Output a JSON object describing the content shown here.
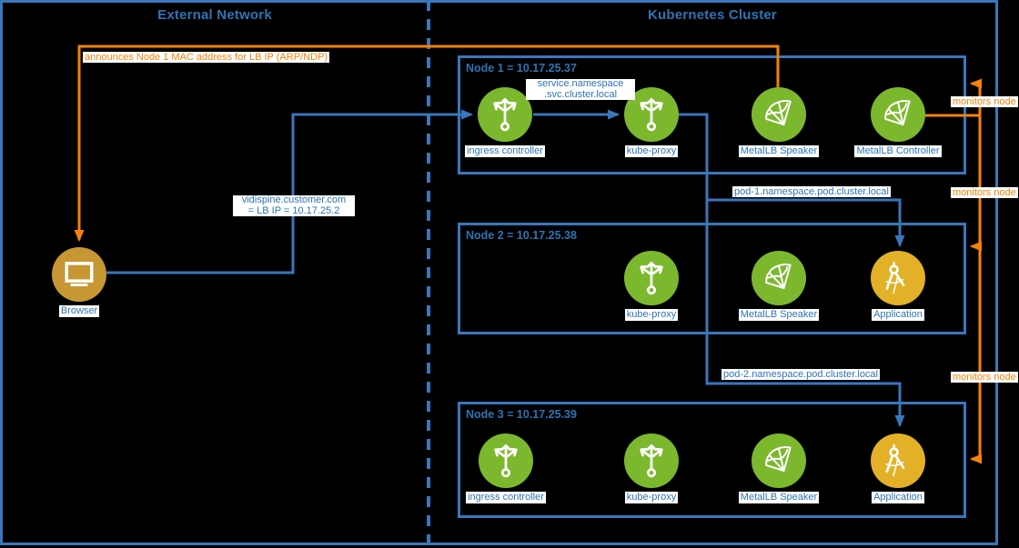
{
  "regions": {
    "external_title": "External Network",
    "cluster_title": "Kubernetes Cluster"
  },
  "external": {
    "browser_label": "Browser"
  },
  "nodes": [
    {
      "title": "Node 1 = 10.17.25.37",
      "components": [
        {
          "label": "ingress controller"
        },
        {
          "label": "kube-proxy"
        },
        {
          "label": "MetalLB Speaker"
        },
        {
          "label": "MetalLB Controller"
        }
      ]
    },
    {
      "title": "Node 2 = 10.17.25.38",
      "components": [
        {
          "label": "kube-proxy"
        },
        {
          "label": "MetalLB Speaker"
        },
        {
          "label": "Application"
        }
      ]
    },
    {
      "title": "Node 3 = 10.17.25.39",
      "components": [
        {
          "label": "ingress controller"
        },
        {
          "label": "kube-proxy"
        },
        {
          "label": "MetalLB Speaker"
        },
        {
          "label": "Application"
        }
      ]
    }
  ],
  "connections": {
    "announce_label": "announces Node 1 MAC address for LB IP (ARP/NDP)",
    "dns_line1": "vidispine.customer.com",
    "dns_line2": "= LB IP = 10.17.25.2",
    "service_line1": "service.namespace",
    "service_line2": ".svc.cluster.local",
    "pod1_label": "pod-1.namespace.pod.cluster.local",
    "pod2_label": "pod-2.namespace.pod.cluster.local",
    "monitors1_label": "monitors node",
    "monitors2_label": "monitors node",
    "monitors3_label": "monitors node"
  },
  "colors": {
    "line_blue": "#3a76bc",
    "text_blue": "#2e74b5",
    "orange": "#f5820a",
    "green": "#7cb82e",
    "gold_application": "#e2b128",
    "gold_browser": "#c69733"
  }
}
